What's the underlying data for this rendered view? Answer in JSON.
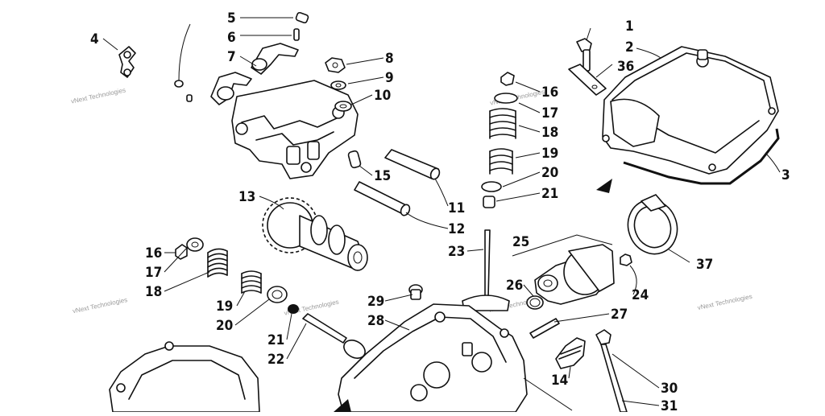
{
  "diagram": {
    "watermark_text": "vNext Technologies",
    "callouts": [
      {
        "id": "c1",
        "label": "1"
      },
      {
        "id": "c2",
        "label": "2"
      },
      {
        "id": "c36",
        "label": "36"
      },
      {
        "id": "c3",
        "label": "3"
      },
      {
        "id": "c4",
        "label": "4"
      },
      {
        "id": "c5",
        "label": "5"
      },
      {
        "id": "c6",
        "label": "6"
      },
      {
        "id": "c7",
        "label": "7"
      },
      {
        "id": "c8",
        "label": "8"
      },
      {
        "id": "c9",
        "label": "9"
      },
      {
        "id": "c10",
        "label": "10"
      },
      {
        "id": "c16a",
        "label": "16"
      },
      {
        "id": "c17a",
        "label": "17"
      },
      {
        "id": "c18a",
        "label": "18"
      },
      {
        "id": "c19a",
        "label": "19"
      },
      {
        "id": "c20a",
        "label": "20"
      },
      {
        "id": "c21a",
        "label": "21"
      },
      {
        "id": "c11",
        "label": "11"
      },
      {
        "id": "c12",
        "label": "12"
      },
      {
        "id": "c15",
        "label": "15"
      },
      {
        "id": "c13",
        "label": "13"
      },
      {
        "id": "c16b",
        "label": "16"
      },
      {
        "id": "c17b",
        "label": "17"
      },
      {
        "id": "c18b",
        "label": "18"
      },
      {
        "id": "c19b",
        "label": "19"
      },
      {
        "id": "c20b",
        "label": "20"
      },
      {
        "id": "c21b",
        "label": "21"
      },
      {
        "id": "c22",
        "label": "22"
      },
      {
        "id": "c23",
        "label": "23"
      },
      {
        "id": "c25",
        "label": "25"
      },
      {
        "id": "c26",
        "label": "26"
      },
      {
        "id": "c24",
        "label": "24"
      },
      {
        "id": "c27",
        "label": "27"
      },
      {
        "id": "c29",
        "label": "29"
      },
      {
        "id": "c28",
        "label": "28"
      },
      {
        "id": "c37",
        "label": "37"
      },
      {
        "id": "c14",
        "label": "14"
      },
      {
        "id": "c30",
        "label": "30"
      },
      {
        "id": "c31",
        "label": "31"
      }
    ]
  }
}
